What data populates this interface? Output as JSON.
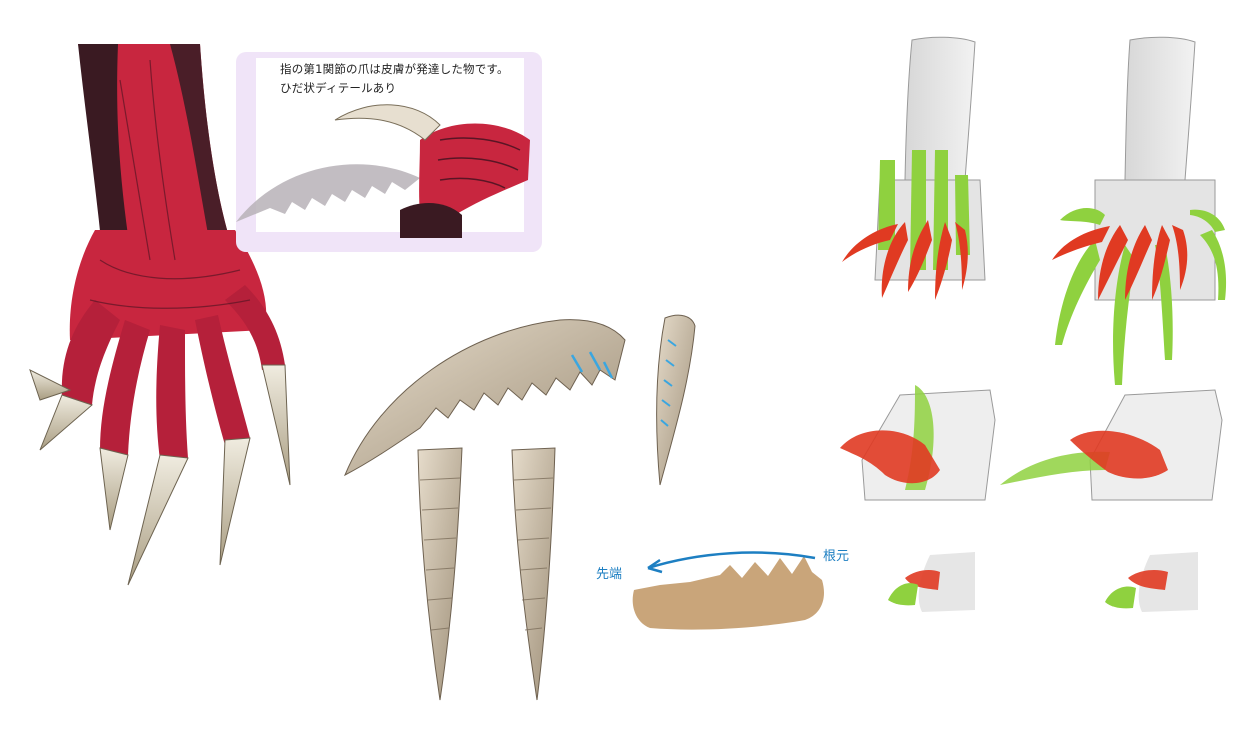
{
  "note": {
    "line1": "指の第1関節の爪は皮膚が発達した物です。",
    "line2": "ひだ状ディテールあり"
  },
  "direction_labels": {
    "tip": "先端",
    "root": "根元"
  },
  "colors": {
    "skin_red": "#c8263f",
    "skin_dark": "#3a1a22",
    "claw_bone": "#c8bba3",
    "highlight_green": "#8fd13f",
    "highlight_red": "#e03a22",
    "guide_blue": "#1d7fc2",
    "swatch_tan": "#c9a57a",
    "note_purple": "#f0e4f8"
  }
}
